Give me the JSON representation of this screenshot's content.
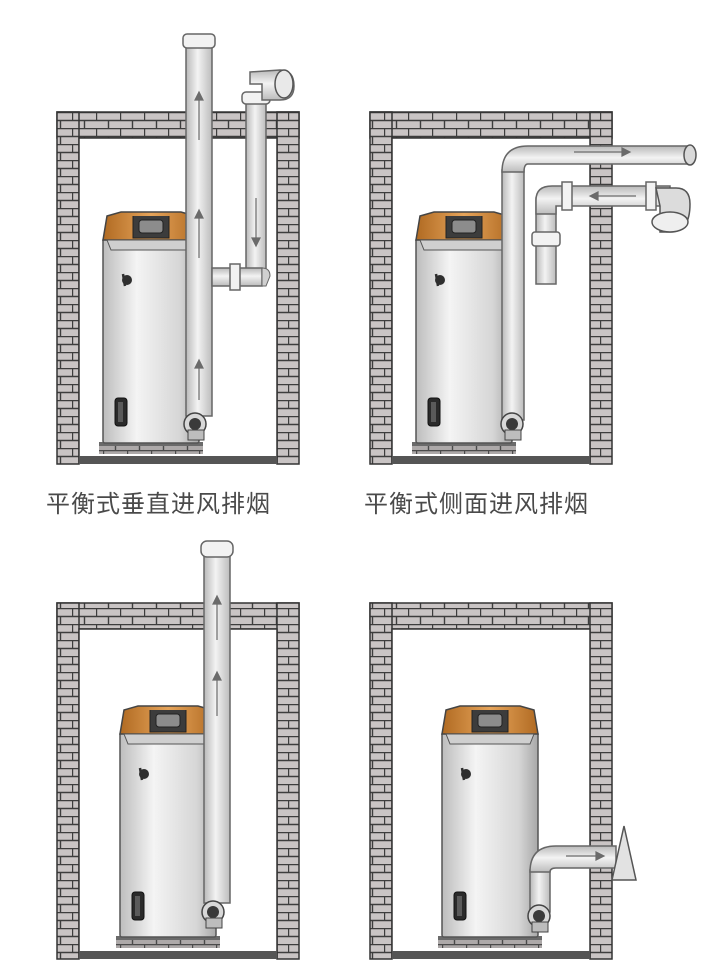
{
  "captions": {
    "vertical": "平衡式垂直进风排烟",
    "side": "平衡式侧面进风排烟"
  },
  "colors": {
    "brick": "#c9c4c4",
    "heater_body": "#e6e6e6",
    "heater_top": "#d48a3a",
    "pipe": "#dcdcdc",
    "caption_text": "#4a4a4a"
  },
  "panels": [
    {
      "id": "balanced-vertical",
      "caption_key": "vertical"
    },
    {
      "id": "balanced-side",
      "caption_key": "side"
    },
    {
      "id": "vertical-exhaust"
    },
    {
      "id": "side-exhaust"
    }
  ]
}
